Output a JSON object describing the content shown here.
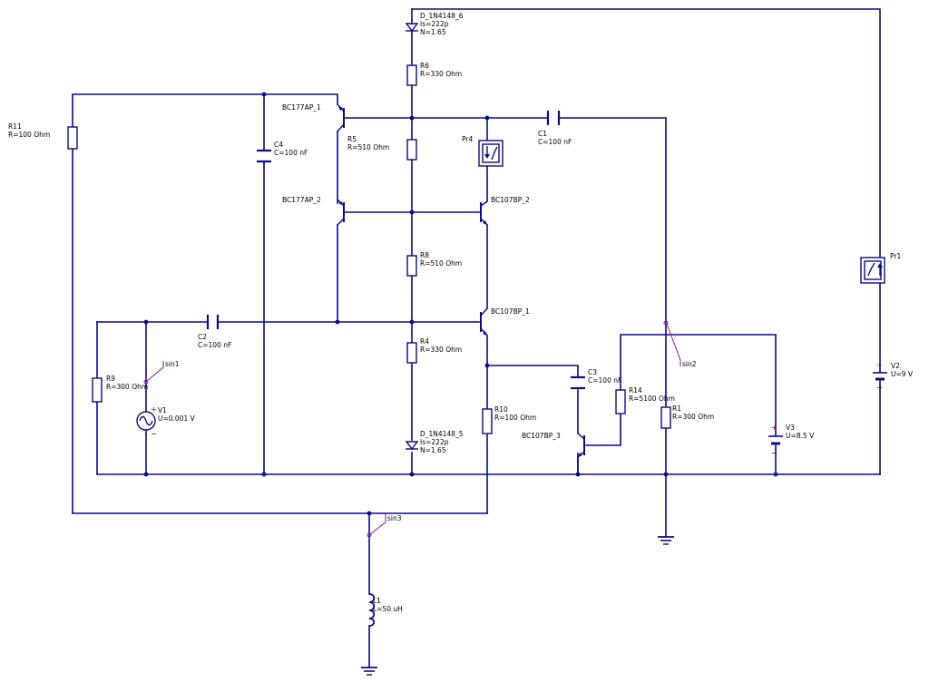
{
  "components": {
    "d6": {
      "name": "D_1N4148_6",
      "p1": "Is=222p",
      "p2": "N=1.65"
    },
    "r6": {
      "name": "R6",
      "value": "R=330 Ohm"
    },
    "q1": {
      "name": "BC177AP_1"
    },
    "r5": {
      "name": "R5",
      "value": "R=510 Ohm"
    },
    "c4": {
      "name": "C4",
      "value": "C=100 nF"
    },
    "r11": {
      "name": "R11",
      "value": "R=100 Ohm"
    },
    "pr4": {
      "name": "Pr4"
    },
    "c1": {
      "name": "C1",
      "value": "C=100 nF"
    },
    "q2": {
      "name": "BC177AP_2"
    },
    "q3": {
      "name": "BC107BP_2"
    },
    "r8": {
      "name": "R8",
      "value": "R=510 Ohm"
    },
    "q4": {
      "name": "BC107BP_1"
    },
    "c2": {
      "name": "C2",
      "value": "C=100 nF"
    },
    "r4": {
      "name": "R4",
      "value": "R=330 Ohm"
    },
    "r9": {
      "name": "R9",
      "value": "R=300 Ohm"
    },
    "v1": {
      "name": "V1",
      "value": "U=0.001 V"
    },
    "d5": {
      "name": "D_1N4148_5",
      "p1": "Is=222p",
      "p2": "N=1.65"
    },
    "r10": {
      "name": "R10",
      "value": "R=100 Ohm"
    },
    "c3": {
      "name": "C3",
      "value": "C=100 nF"
    },
    "r14": {
      "name": "R14",
      "value": "R=5100 Ohm"
    },
    "r1": {
      "name": "R1",
      "value": "R=300 Ohm"
    },
    "q5": {
      "name": "BC107BP_3"
    },
    "v3": {
      "name": "V3",
      "value": "U=8.5 V"
    },
    "pr1": {
      "name": "Pr1"
    },
    "v2": {
      "name": "V2",
      "value": "U=9 V"
    },
    "l1": {
      "name": "L1",
      "value": "L=50 uH"
    }
  },
  "wire_labels": {
    "sin1": "sin1",
    "sin2": "sin2",
    "sin3": "sin3"
  },
  "polarity": {
    "plus": "+",
    "minus": "−"
  }
}
